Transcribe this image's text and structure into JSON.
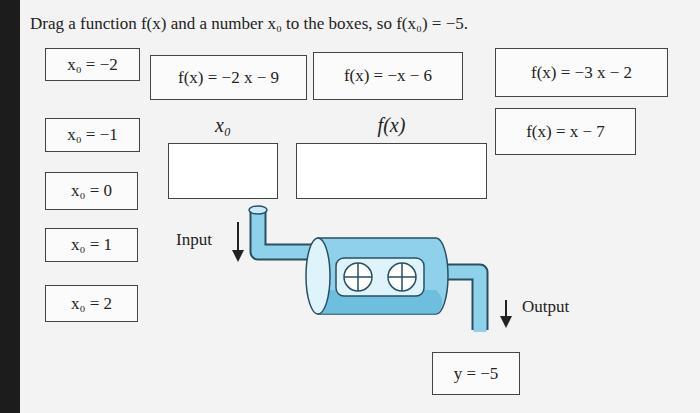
{
  "diagram": {
    "title": "Drag a function f(x) and a number x₀ to the boxes, so f(x₀) = −5.",
    "nodes": [
      {
        "text": [
          "x₀ = −2"
        ]
      },
      {
        "text": [
          "f(x) = −2 x − 9"
        ]
      },
      {
        "text": [
          "f(x) = −x − 6"
        ]
      },
      {
        "text": [
          "f(x) = −3 x − 2"
        ]
      },
      {
        "text": [
          "x₀ = −1"
        ]
      },
      {
        "text": [
          "x₀"
        ]
      },
      {
        "text": [
          "f(x)"
        ]
      },
      {
        "text": [
          "f(x) = x − 7"
        ]
      },
      {
        "text": [
          "x₀ = 0"
        ]
      },
      {
        "text": [
          "x₀ = 1"
        ]
      },
      {
        "text": [
          "x₀ = 2"
        ]
      },
      {
        "text": [
          "y = −5"
        ]
      }
    ],
    "labels": [
      "Input",
      "Output"
    ]
  }
}
